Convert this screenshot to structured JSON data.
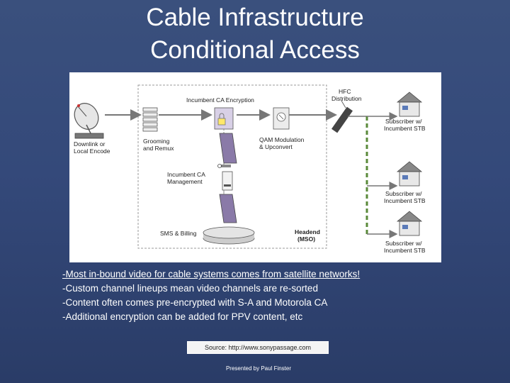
{
  "title": {
    "line1": "Cable Infrastructure",
    "line2": "Conditional Access"
  },
  "diagram": {
    "downlink_label": [
      "Downlink or",
      "Local Encode"
    ],
    "encryption_label": "Incumbent CA Encryption",
    "grooming_label": [
      "Grooming",
      "and Remux"
    ],
    "qam_label": [
      "QAM Modulation",
      "& Upconvert"
    ],
    "ca_mgmt_label": [
      "Incumbent CA",
      "Management"
    ],
    "sms_label": "SMS & Billing",
    "headend_label": [
      "Headend",
      "(MSO)"
    ],
    "hfc_label": [
      "HFC",
      "Distribution"
    ],
    "subscriber_label": [
      "Subscriber w/",
      "Incumbent STB"
    ],
    "colors": {
      "frame": "#999999",
      "box_fill": "#f7f7f7",
      "fiber": "#5a8a3a",
      "accent": "#8a7aa8"
    }
  },
  "bullets": [
    "-Most in-bound video for cable systems comes from satellite networks!",
    "-Custom channel lineups mean video channels are re-sorted",
    "-Content often comes pre-encrypted with S-A and Motorola CA",
    "-Additional encryption can be added for PPV content, etc"
  ],
  "source": "Source: http://www.sonypassage.com",
  "presenter": "Presented by Paul Finster"
}
